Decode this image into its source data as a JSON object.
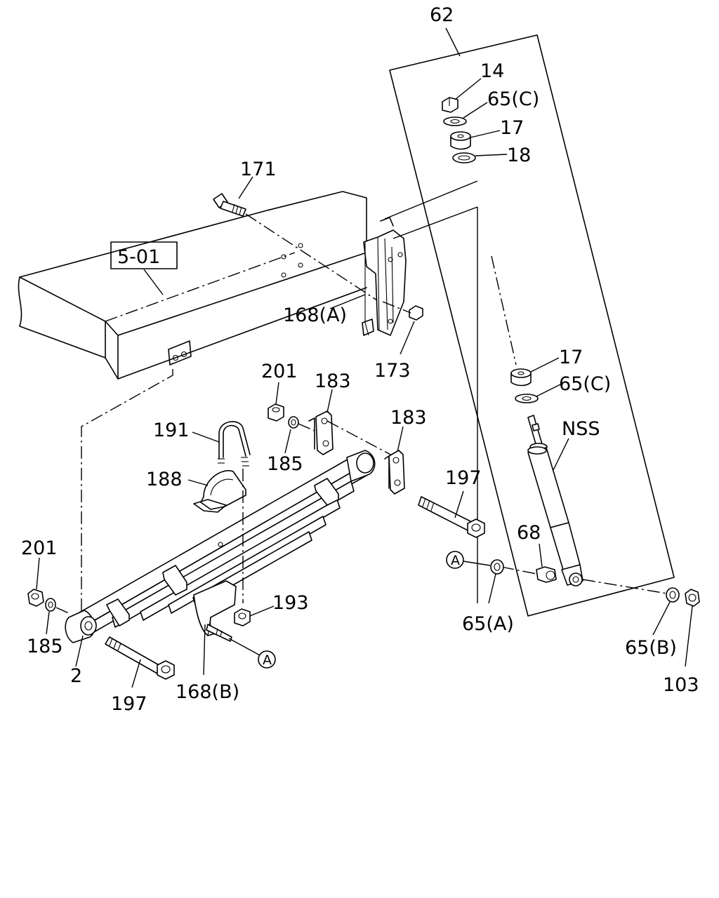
{
  "colors": {
    "line": "#000000",
    "background": "#ffffff"
  },
  "labels": {
    "assembly_62": "62",
    "nut_14": "14",
    "washer_65c_top": "65(C)",
    "bushing_17_top": "17",
    "washer_18": "18",
    "bolt_171": "171",
    "ref_box": "5-01",
    "bracket_168a": "168(A)",
    "nut_173": "173",
    "bushing_17_lower": "17",
    "washer_65c_lower": "65(C)",
    "nut_201_upper": "201",
    "shackle_183_left": "183",
    "shackle_183_right": "183",
    "shock_nss": "NSS",
    "ubolt_191": "191",
    "washer_185_upper": "185",
    "pad_188": "188",
    "bolt_197_right": "197",
    "bushing_68": "68",
    "nut_201_left": "201",
    "nut_193": "193",
    "washer_185_left": "185",
    "spring_2": "2",
    "bolt_197_left": "197",
    "bracket_168b": "168(B)",
    "washer_65a": "65(A)",
    "washer_65b": "65(B)",
    "nut_103": "103",
    "ref_circle_a": "A"
  }
}
